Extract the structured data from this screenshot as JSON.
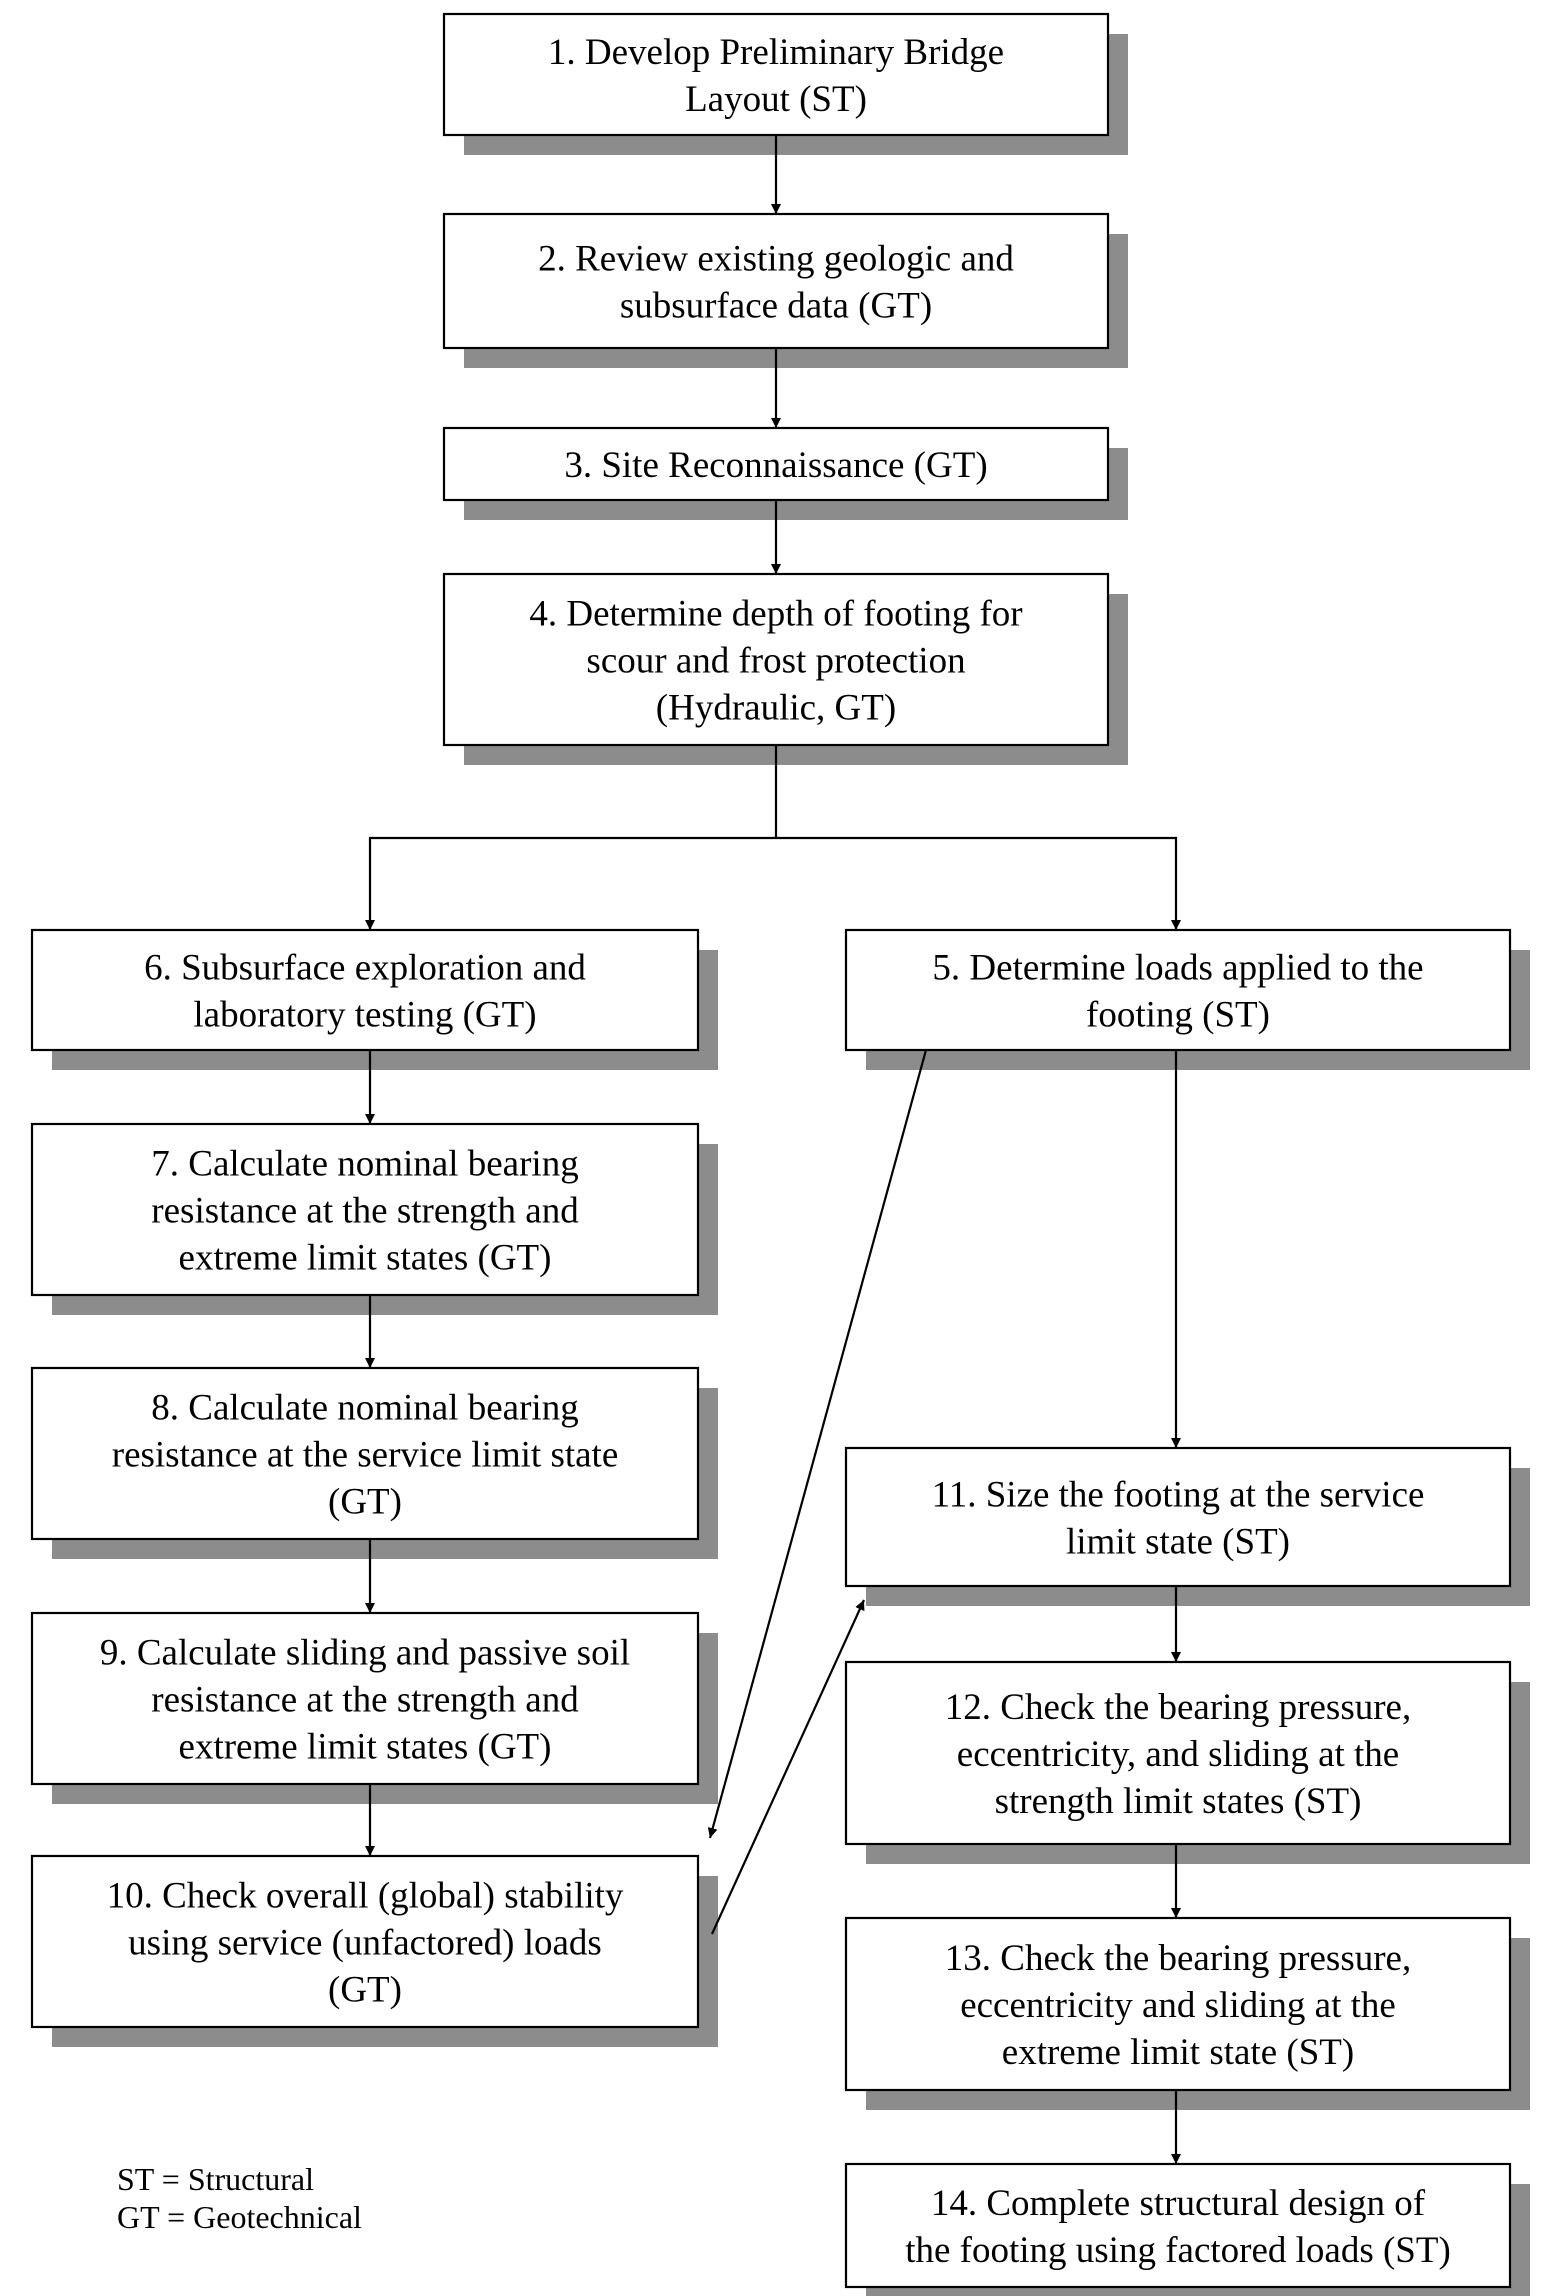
{
  "steps": [
    {
      "id": "s1",
      "lines": [
        "1.  Develop Preliminary Bridge",
        "Layout (ST)"
      ]
    },
    {
      "id": "s2",
      "lines": [
        "2.  Review existing geologic and",
        "subsurface data (GT)"
      ]
    },
    {
      "id": "s3",
      "lines": [
        "3.  Site Reconnaissance (GT)"
      ]
    },
    {
      "id": "s4",
      "lines": [
        "4.  Determine depth of footing for",
        "scour and frost protection",
        "(Hydraulic, GT)"
      ]
    },
    {
      "id": "s6",
      "lines": [
        "6.  Subsurface exploration and",
        "laboratory testing (GT)"
      ]
    },
    {
      "id": "s5",
      "lines": [
        "5.  Determine loads applied to the",
        "footing (ST)"
      ]
    },
    {
      "id": "s7",
      "lines": [
        "7. Calculate nominal bearing",
        "resistance at the strength and",
        "extreme limit states (GT)"
      ]
    },
    {
      "id": "s8",
      "lines": [
        "8. Calculate nominal bearing",
        "resistance at the service limit state",
        "(GT)"
      ]
    },
    {
      "id": "s11",
      "lines": [
        "11.  Size the footing at the service",
        "limit state (ST)"
      ]
    },
    {
      "id": "s9",
      "lines": [
        "9. Calculate sliding and passive soil",
        "resistance at the strength and",
        "extreme limit states (GT)"
      ]
    },
    {
      "id": "s12",
      "lines": [
        "12. Check the bearing pressure,",
        "eccentricity, and sliding at the",
        "strength limit states (ST)"
      ]
    },
    {
      "id": "s10",
      "lines": [
        "10.  Check overall (global) stability",
        "using service (unfactored) loads",
        "(GT)"
      ]
    },
    {
      "id": "s13",
      "lines": [
        "13.  Check the bearing pressure,",
        "eccentricity and sliding at the",
        "extreme limit state (ST)"
      ]
    },
    {
      "id": "s14",
      "lines": [
        "14.  Complete structural design of",
        "the footing using factored loads (ST)"
      ]
    }
  ],
  "legend": {
    "st": "ST = Structural",
    "gt": "GT = Geotechnical"
  },
  "colors": {
    "shadow": "#8c8c8c",
    "box_fill": "#ffffff",
    "stroke": "#000000"
  }
}
